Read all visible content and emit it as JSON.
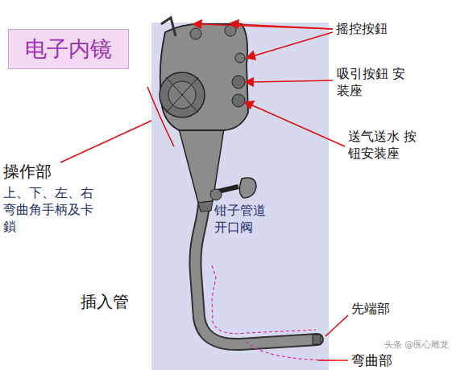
{
  "diagram": {
    "title": "电子内镜",
    "labels": [
      "摇控按鈕",
      "吸引按鈕 安装座",
      "送气送水 按钮安装座",
      "操作部",
      "上、下、左、右 弯曲角手柄及卡 鎖",
      "钳子管道 开口阀",
      "插入管",
      "先端部",
      "弯曲部",
      "头条 @医心雕龙"
    ]
  }
}
